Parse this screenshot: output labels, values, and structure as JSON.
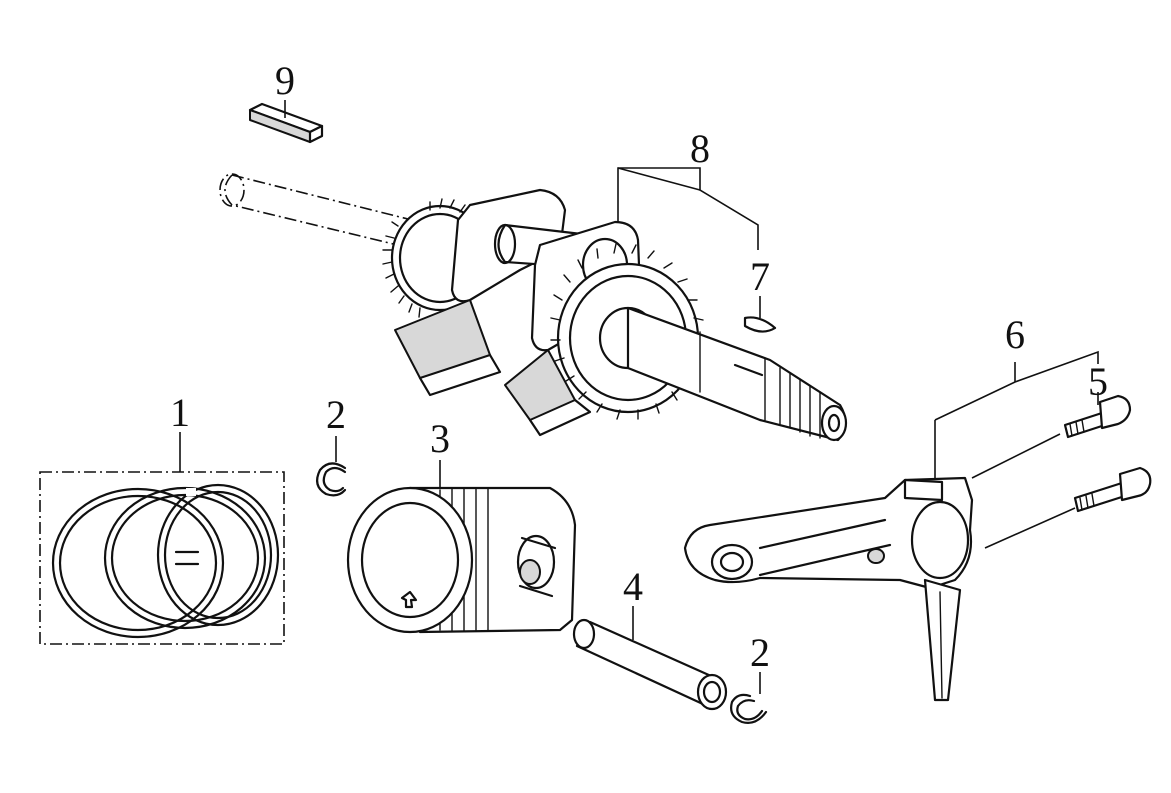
{
  "callouts": {
    "c1": "1",
    "c2a": "2",
    "c2b": "2",
    "c3": "3",
    "c4": "4",
    "c5": "5",
    "c6": "6",
    "c7": "7",
    "c8": "8",
    "c9": "9"
  },
  "parts": [
    {
      "callout": "1",
      "icon": "piston-rings-icon"
    },
    {
      "callout": "2",
      "icon": "circlip-icon"
    },
    {
      "callout": "3",
      "icon": "piston-icon"
    },
    {
      "callout": "4",
      "icon": "piston-pin-icon"
    },
    {
      "callout": "5",
      "icon": "bolt-icon"
    },
    {
      "callout": "6",
      "icon": "connecting-rod-icon"
    },
    {
      "callout": "7",
      "icon": "woodruff-key-icon"
    },
    {
      "callout": "8",
      "icon": "crankshaft-icon"
    },
    {
      "callout": "9",
      "icon": "key-icon"
    }
  ]
}
